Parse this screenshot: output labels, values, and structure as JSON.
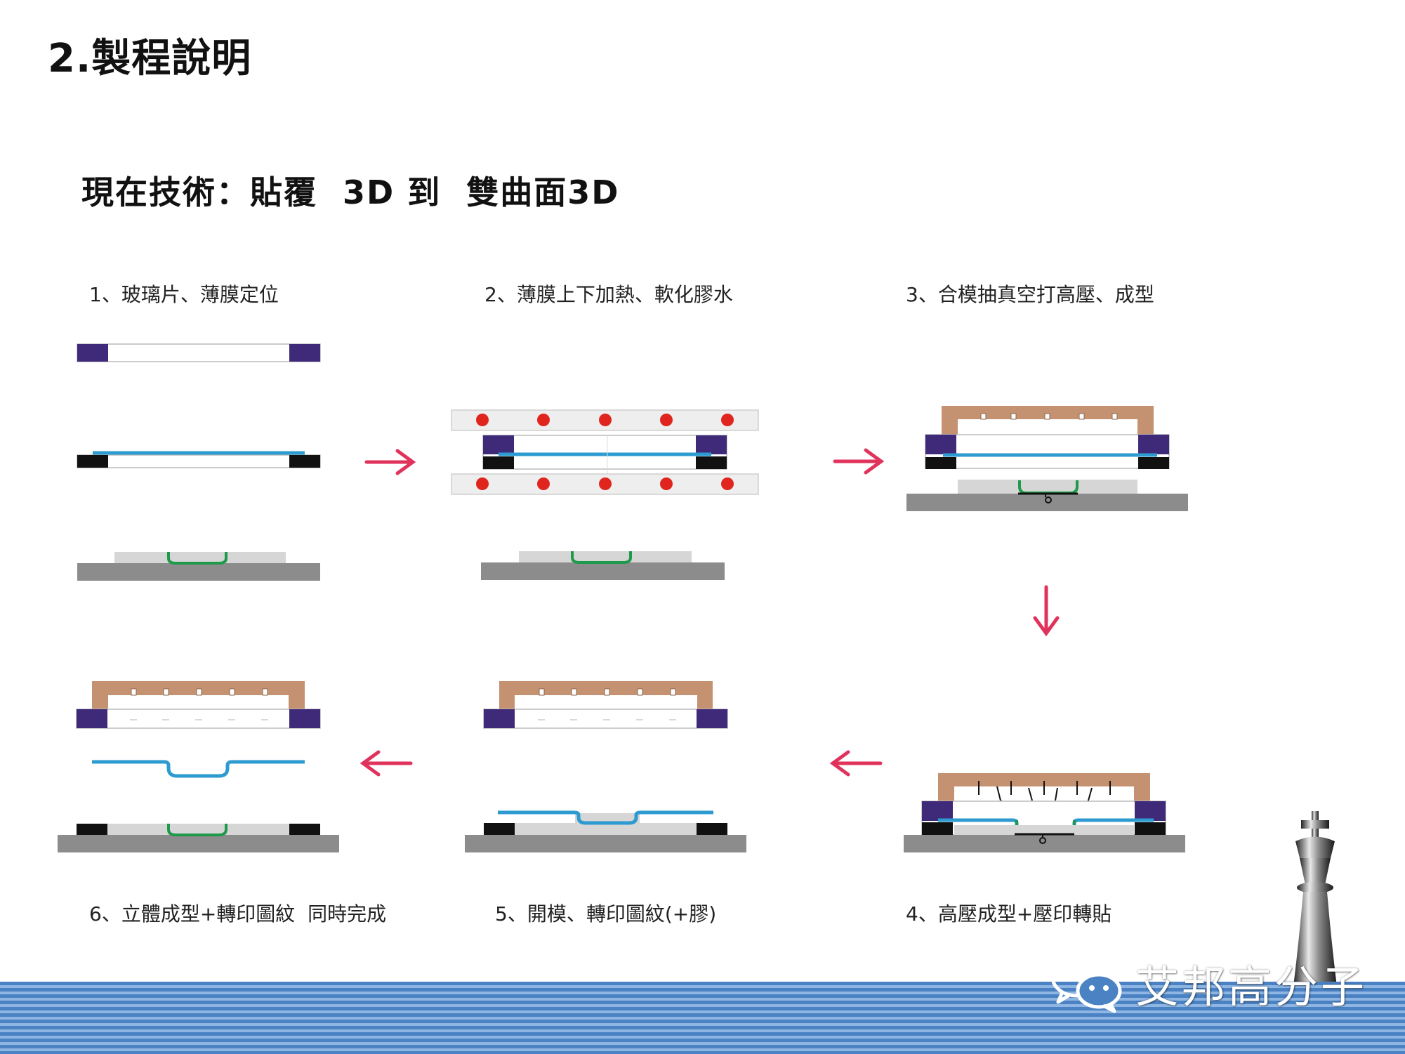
{
  "header": {
    "title": "2.製程說明",
    "subtitle": "現在技術：貼覆  3D 到  雙曲面3D"
  },
  "steps": [
    {
      "label": "1、玻璃片、薄膜定位"
    },
    {
      "label": "2、薄膜上下加熱、軟化膠水"
    },
    {
      "label": "3、合模抽真空打高壓、成型"
    },
    {
      "label": "4、高壓成型+壓印轉貼"
    },
    {
      "label": "5、開模、轉印圖紋(+膠)"
    },
    {
      "label": "6、立體成型+轉印圖紋  同時完成"
    }
  ],
  "arrows": [
    "right",
    "right",
    "down",
    "left",
    "left"
  ],
  "brand": {
    "name": "艾邦高分子",
    "logo_icon": "wechat-icon",
    "decor_icon": "chess-king-icon"
  },
  "colors": {
    "purple": "#3f2a7a",
    "black": "#111111",
    "film_blue": "#2e9bd0",
    "green_pattern": "#1f9a4a",
    "tan_mold": "#c59271",
    "gray_base": "#8c8c8c",
    "light_gray": "#d6d6d6",
    "heater_red": "#e0251f",
    "arrow_red": "#e0335c",
    "band_blue": "#4a82c4"
  }
}
